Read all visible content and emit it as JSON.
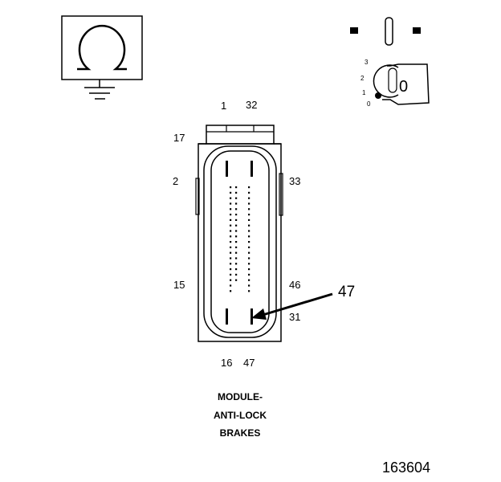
{
  "symbols": {
    "ohmmeter_icon": "omega-ground-icon",
    "ignition_icon": "ignition-switch-icon"
  },
  "ignition": {
    "positions": [
      "3",
      "2",
      "1",
      "0"
    ],
    "key_label": "0"
  },
  "connector": {
    "pin_labels": {
      "p1": "1",
      "p32": "32",
      "p17": "17",
      "p2": "2",
      "p33": "33",
      "p15": "15",
      "p46": "46",
      "p31": "31",
      "p16": "16",
      "p47": "47"
    },
    "callout": "47",
    "pin_count": 47
  },
  "caption": {
    "line1": "MODULE-",
    "line2": "ANTI-LOCK",
    "line3": "BRAKES"
  },
  "figure_id": "163604"
}
